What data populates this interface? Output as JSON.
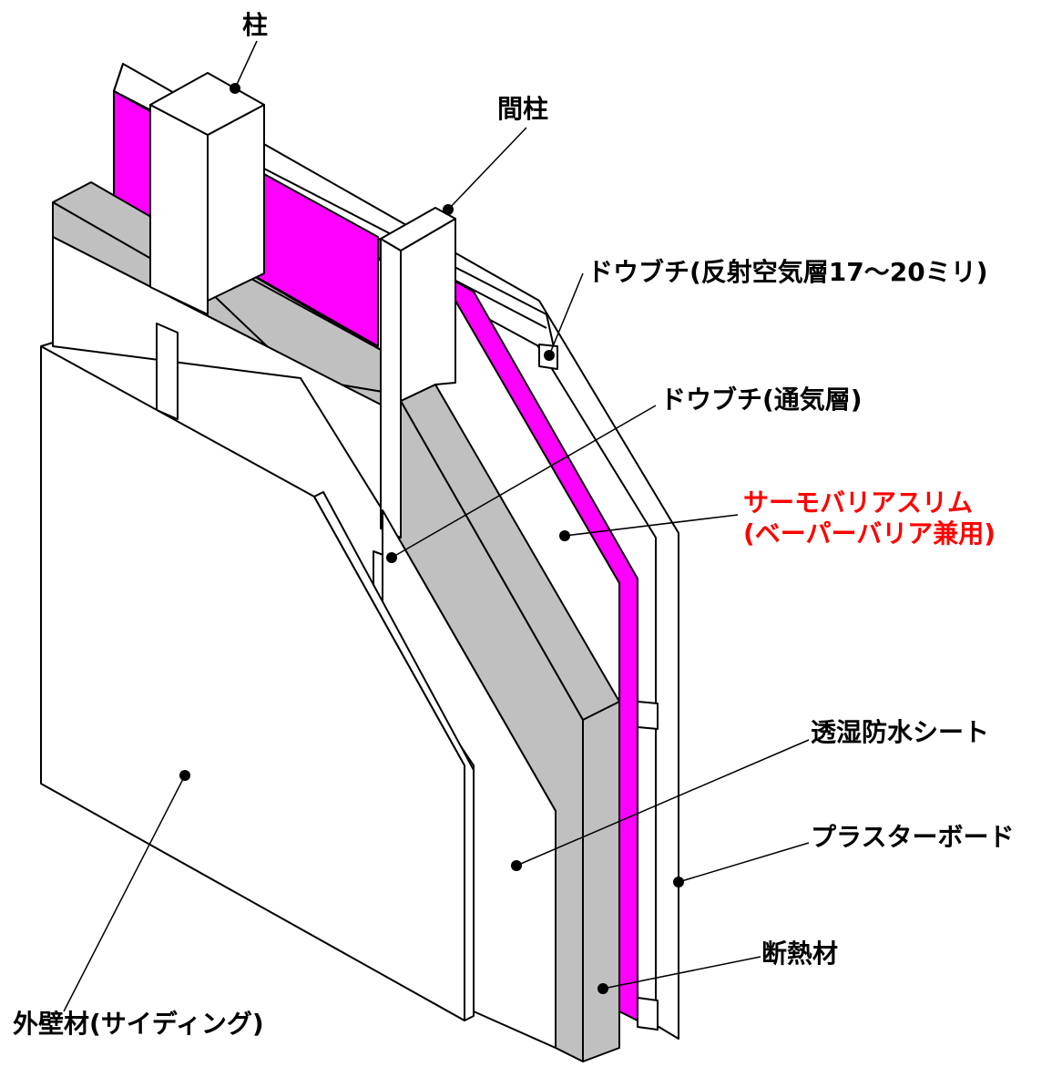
{
  "labels": {
    "pillar": "柱",
    "stud": "間柱",
    "furring_reflective": "ドウブチ(反射空気層17～20ミリ)",
    "furring_ventilation": "ドウブチ(通気層)",
    "thermo_barrier_line1": "サーモバリアスリム",
    "thermo_barrier_line2": "(ベーパーバリア兼用)",
    "moisture_sheet": "透湿防水シート",
    "plasterboard": "プラスターボード",
    "insulation": "断熱材",
    "siding": "外壁材(サイディング)"
  },
  "colors": {
    "barrier_magenta": "#ff00ff",
    "insulation_gray": "#c0c0c0",
    "highlight_red": "#ff0000",
    "outline": "#000000"
  }
}
